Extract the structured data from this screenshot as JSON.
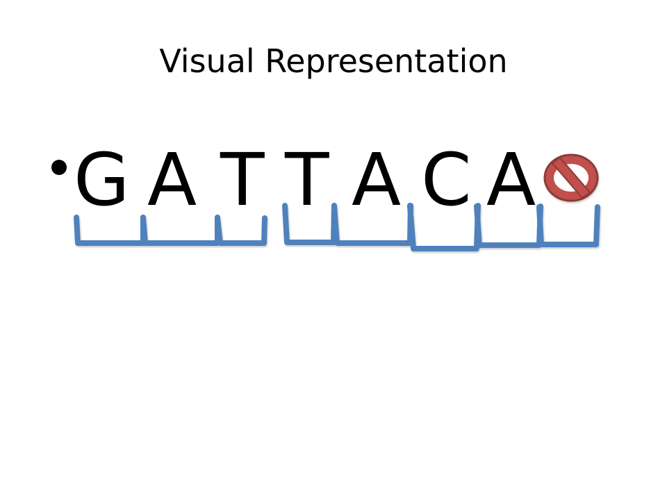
{
  "slide": {
    "title": "Visual Representation",
    "sequence": [
      "G",
      "A",
      "T",
      "T",
      "A",
      "C",
      "A"
    ],
    "colors": {
      "text": "#000000",
      "bracket": "#4F81BD",
      "bracket_shadow": "#8EA9D0",
      "no_symbol_fill": "#C0504D",
      "no_symbol_stroke": "#8C3A36"
    },
    "icons": {
      "bullet": "bullet-dot-icon",
      "end_marker": "no-symbol-icon"
    }
  }
}
